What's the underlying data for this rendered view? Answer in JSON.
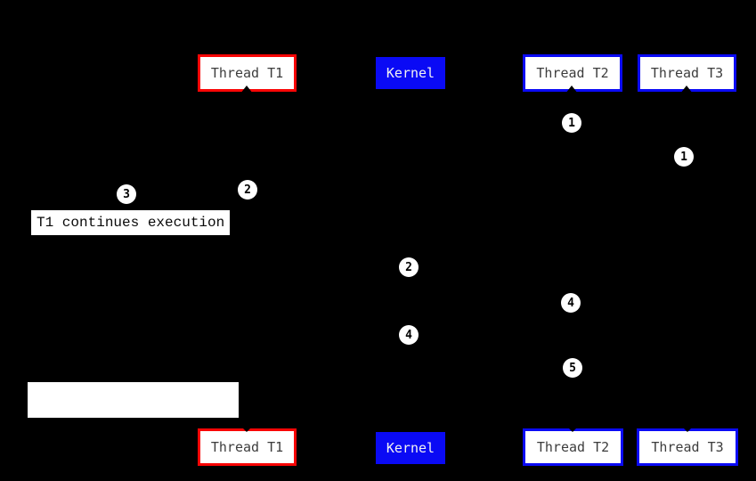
{
  "colors": {
    "background": "#000000",
    "t1_border": "#f90505",
    "kernel_fill": "#0a0af5",
    "thread_border": "#0a0af5",
    "box_label_text": "#3d3d3d",
    "kernel_label_text": "#f2f2f2",
    "badge_fill": "#ffffff",
    "badge_text": "#000000"
  },
  "lanes": {
    "top": [
      {
        "label": "Thread T1"
      },
      {
        "label": "Kernel"
      },
      {
        "label": "Thread T2"
      },
      {
        "label": "Thread T3"
      }
    ],
    "bottom": [
      {
        "label": "Thread T1"
      },
      {
        "label": "Kernel"
      },
      {
        "label": "Thread T2"
      },
      {
        "label": "Thread T3"
      }
    ]
  },
  "steps": [
    "1",
    "1",
    "2",
    "3",
    "2",
    "4",
    "4",
    "5"
  ],
  "annotations": {
    "t1_continues": "T1 continues execution",
    "blank_label": ""
  }
}
